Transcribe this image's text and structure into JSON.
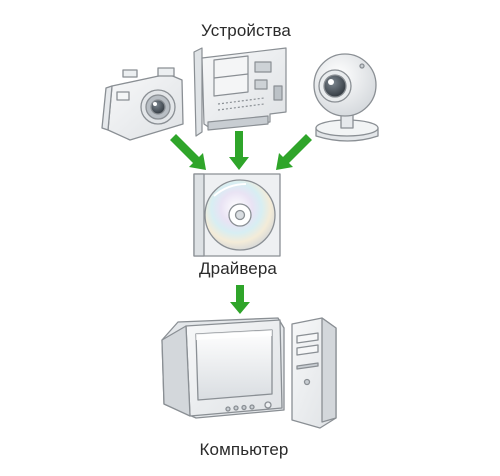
{
  "labels": {
    "devices": "Устройства",
    "drivers": "Драйвера",
    "computer": "Компьютер"
  },
  "icons": {
    "camera": "digital-camera-icon",
    "expansion_card": "expansion-card-icon",
    "webcam": "webcam-icon",
    "driver_disc": "cd-case-icon",
    "computer": "desktop-computer-icon",
    "arrow": "down-arrow-icon"
  },
  "colors": {
    "arrow": "#2fa52a",
    "outline": "#8a8f94",
    "text": "#2b2b2b"
  }
}
